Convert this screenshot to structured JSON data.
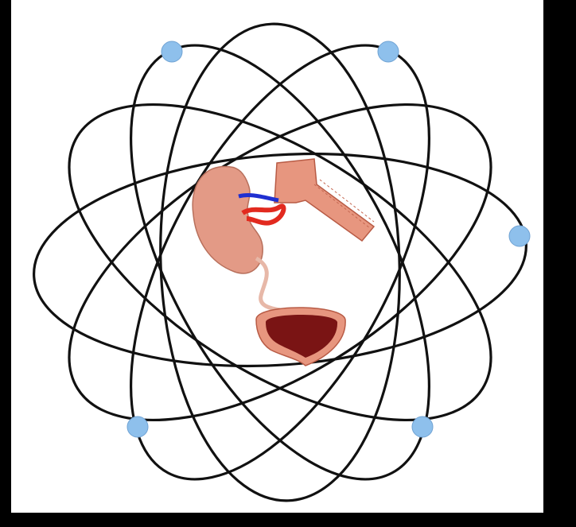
{
  "diagram": {
    "colors": {
      "background": "#000000",
      "panel": "#ffffff",
      "orbit": "#111111",
      "electron": "#8ec0ec",
      "kidney": "#e39a86",
      "bladder_wall": "#e7967f",
      "bladder_inner": "#7a1414",
      "artery": "#e22a1f",
      "vein": "#1f2fd1"
    },
    "orbits": [
      {
        "name": "orbit-horizontal"
      },
      {
        "name": "orbit-vertical"
      },
      {
        "name": "orbit-diagonal-30"
      },
      {
        "name": "orbit-diagonal-150"
      },
      {
        "name": "orbit-diagonal-60"
      },
      {
        "name": "orbit-diagonal-120"
      }
    ],
    "electrons": [
      {
        "name": "electron-top-left"
      },
      {
        "name": "electron-top-right"
      },
      {
        "name": "electron-right"
      },
      {
        "name": "electron-bottom-left"
      },
      {
        "name": "electron-bottom-right"
      }
    ],
    "nucleus_icon": "kidney-ureter-bladder-illustration"
  }
}
